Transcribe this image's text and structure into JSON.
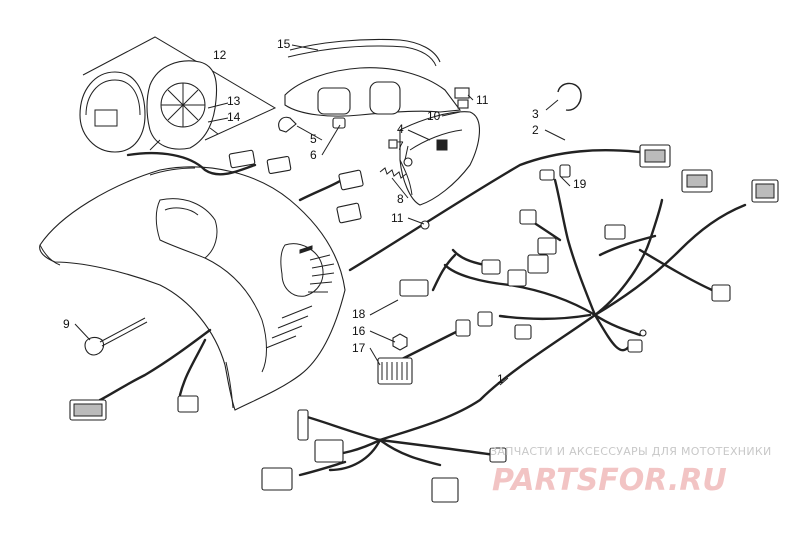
{
  "callouts": [
    {
      "id": "c1",
      "text": "1"
    },
    {
      "id": "c2",
      "text": "2"
    },
    {
      "id": "c3",
      "text": "3"
    },
    {
      "id": "c4",
      "text": "4"
    },
    {
      "id": "c5",
      "text": "5"
    },
    {
      "id": "c6",
      "text": "6"
    },
    {
      "id": "c7",
      "text": "7"
    },
    {
      "id": "c8",
      "text": "8"
    },
    {
      "id": "c9",
      "text": "9"
    },
    {
      "id": "c10",
      "text": "10"
    },
    {
      "id": "c11a",
      "text": "11"
    },
    {
      "id": "c11b",
      "text": "11"
    },
    {
      "id": "c12",
      "text": "12"
    },
    {
      "id": "c13",
      "text": "13"
    },
    {
      "id": "c14",
      "text": "14"
    },
    {
      "id": "c15",
      "text": "15"
    },
    {
      "id": "c16",
      "text": "16"
    },
    {
      "id": "c17",
      "text": "17"
    },
    {
      "id": "c18",
      "text": "18"
    },
    {
      "id": "c19",
      "text": "19"
    }
  ],
  "watermark": {
    "line1": "ЗАПЧАСТИ И АКСЕССУАРЫ ДЛЯ МОТОТЕХНИКИ",
    "brand": "PARTSFOR.RU",
    "color": "#f2c4c4"
  }
}
